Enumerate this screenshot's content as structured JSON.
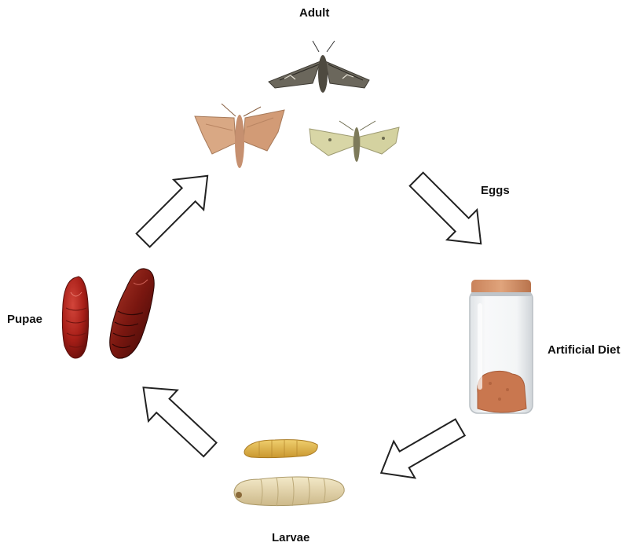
{
  "labels": {
    "adult": "Adult",
    "eggs": "Eggs",
    "artificial_diet": "Artificial Diet",
    "larvae": "Larvae",
    "pupae": "Pupae"
  },
  "colors": {
    "arrow_stroke": "#222222",
    "arrow_fill": "#ffffff",
    "pupa_red": "#a81f18",
    "pupa_dark": "#5a0f0c",
    "moth_grey": "#6b675c",
    "moth_tan": "#d9a884",
    "moth_cream": "#d8d6a6",
    "jar_lid": "#d89a72",
    "diet": "#c9774f",
    "larva_yellow": "#e3b654",
    "larva_cream": "#e9dcb2"
  }
}
